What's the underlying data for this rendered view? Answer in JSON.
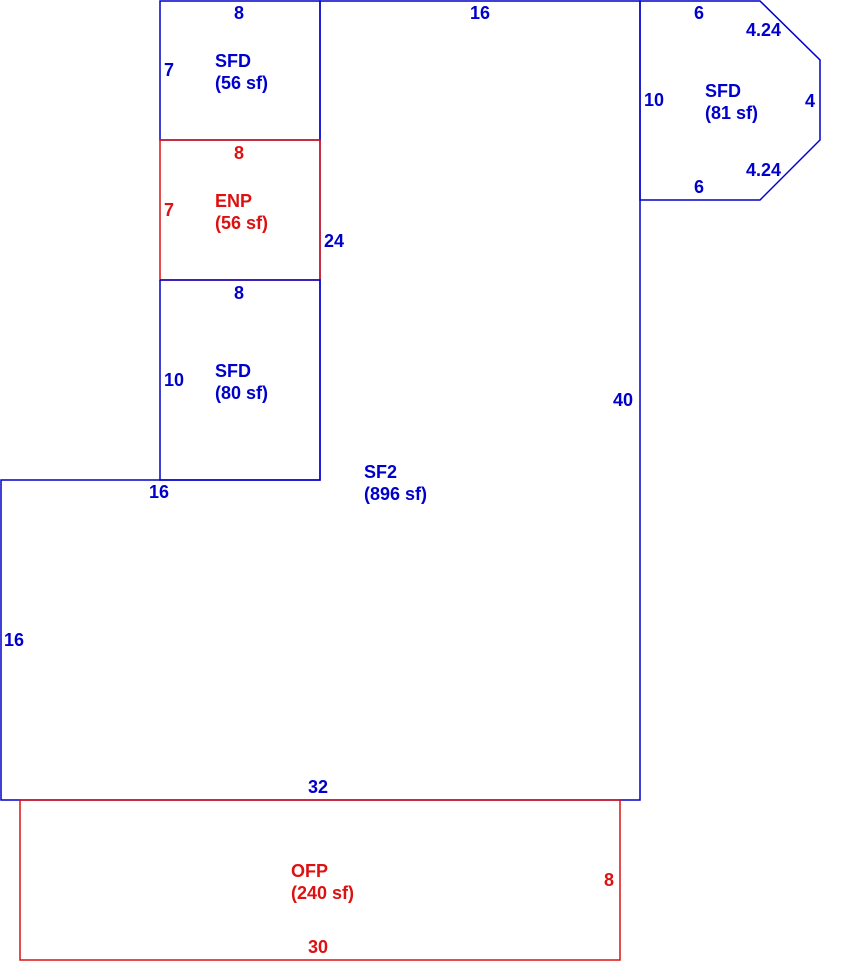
{
  "colors": {
    "blue": "#0000cc",
    "red": "#dd1111",
    "background": "#ffffff"
  },
  "areas": {
    "sfd_top": {
      "code": "SFD",
      "area": "(56 sf)",
      "color": "blue",
      "dims": {
        "top": "8",
        "left": "7"
      }
    },
    "enp": {
      "code": "ENP",
      "area": "(56 sf)",
      "color": "red",
      "dims": {
        "top": "8",
        "left": "7"
      }
    },
    "sfd_mid": {
      "code": "SFD",
      "area": "(80 sf)",
      "color": "blue",
      "dims": {
        "top": "8",
        "left": "10"
      }
    },
    "sf2": {
      "code": "SF2",
      "area": "(896 sf)",
      "color": "blue",
      "dims": {
        "top": "16",
        "left_wing": "24",
        "right": "40",
        "inner_step": "16",
        "left": "16",
        "bottom": "32"
      }
    },
    "sfd_bay": {
      "code": "SFD",
      "area": "(81 sf)",
      "color": "blue",
      "dims": {
        "top": "6",
        "diag_top": "4.24",
        "right": "4",
        "diag_bottom": "4.24",
        "bottom": "6",
        "left": "10"
      }
    },
    "ofp": {
      "code": "OFP",
      "area": "(240 sf)",
      "color": "red",
      "dims": {
        "right": "8",
        "bottom": "30"
      }
    }
  }
}
